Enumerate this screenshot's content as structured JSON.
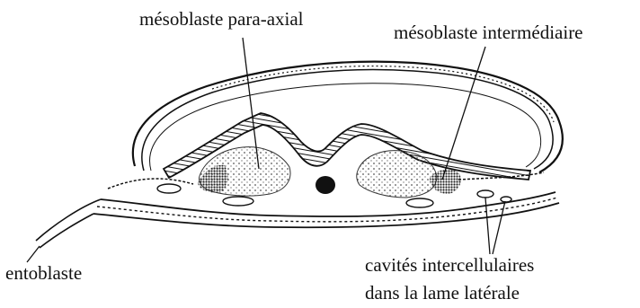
{
  "labels": {
    "paraxial": "mésoblaste para-axial",
    "intermediate": "mésoblaste intermédiaire",
    "entoblast": "entoblaste",
    "cavities_line1": "cavités intercellulaires",
    "cavities_line2": "dans la lame latérale"
  },
  "colors": {
    "ink": "#111111",
    "background": "#ffffff",
    "stipple": "#555555"
  }
}
